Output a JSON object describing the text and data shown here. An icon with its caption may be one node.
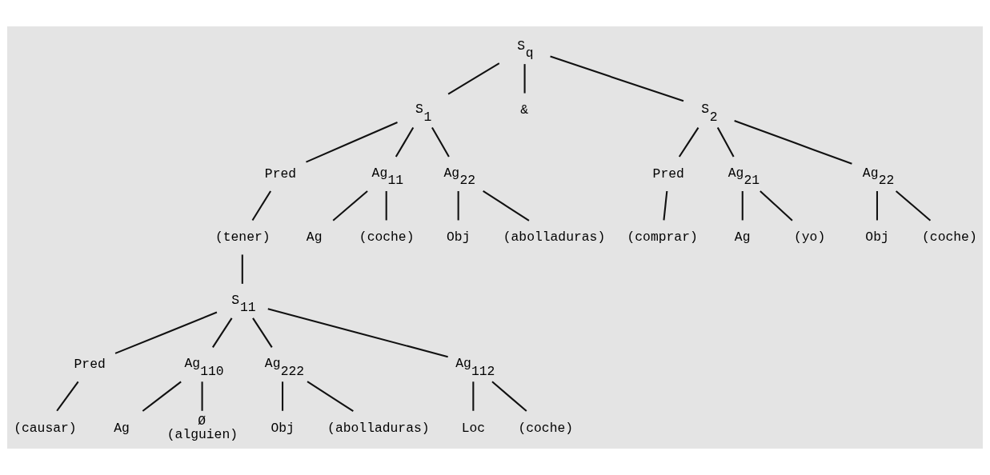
{
  "diagram": {
    "nodes": [
      {
        "text": [
          "S$_{q}$"
        ]
      },
      {
        "text": [
          "S$_{1}$"
        ]
      },
      {
        "text": [
          "&"
        ]
      },
      {
        "text": [
          "S$_{2}$"
        ]
      },
      {
        "text": [
          "Pred"
        ]
      },
      {
        "text": [
          "Ag$_{11}$"
        ]
      },
      {
        "text": [
          "Ag$_{22}$"
        ]
      },
      {
        "text": [
          "(tener)"
        ]
      },
      {
        "text": [
          "S$_{11}$"
        ]
      },
      {
        "text": [
          "Ag"
        ]
      },
      {
        "text": [
          "(coche)"
        ]
      },
      {
        "text": [
          "Obj"
        ]
      },
      {
        "text": [
          "(abolladuras)"
        ]
      },
      {
        "text": [
          "Pred"
        ]
      },
      {
        "text": [
          "Ag$_{21}$"
        ]
      },
      {
        "text": [
          "Ag$_{22}$"
        ]
      },
      {
        "text": [
          "(comprar)"
        ]
      },
      {
        "text": [
          "Ag"
        ]
      },
      {
        "text": [
          "(yo)"
        ]
      },
      {
        "text": [
          "Obj"
        ]
      },
      {
        "text": [
          "(coche)"
        ]
      },
      {
        "text": [
          "Pred"
        ]
      },
      {
        "text": [
          "Ag$_{110}$"
        ]
      },
      {
        "text": [
          "Ag$_{222}$"
        ]
      },
      {
        "text": [
          "Ag$_{112}$"
        ]
      },
      {
        "text": [
          "(causar)"
        ]
      },
      {
        "text": [
          "Ag"
        ]
      },
      {
        "text": [
          "Ø",
          "(alguien)"
        ]
      },
      {
        "text": [
          "Obj"
        ]
      },
      {
        "text": [
          "(abolladuras)"
        ]
      },
      {
        "text": [
          "Loc"
        ]
      },
      {
        "text": [
          "(coche)"
        ]
      }
    ],
    "edges": [
      {
        "from": 0,
        "to": 1,
        "arrow": "none"
      },
      {
        "from": 0,
        "to": 2,
        "arrow": "none"
      },
      {
        "from": 0,
        "to": 3,
        "arrow": "none"
      },
      {
        "from": 1,
        "to": 4,
        "arrow": "none"
      },
      {
        "from": 1,
        "to": 5,
        "arrow": "none"
      },
      {
        "from": 1,
        "to": 6,
        "arrow": "none"
      },
      {
        "from": 4,
        "to": 7,
        "arrow": "none"
      },
      {
        "from": 7,
        "to": 8,
        "arrow": "none"
      },
      {
        "from": 5,
        "to": 9,
        "arrow": "none"
      },
      {
        "from": 5,
        "to": 10,
        "arrow": "none"
      },
      {
        "from": 6,
        "to": 11,
        "arrow": "none"
      },
      {
        "from": 6,
        "to": 12,
        "arrow": "none"
      },
      {
        "from": 3,
        "to": 13,
        "arrow": "none"
      },
      {
        "from": 3,
        "to": 14,
        "arrow": "none"
      },
      {
        "from": 3,
        "to": 15,
        "arrow": "none"
      },
      {
        "from": 13,
        "to": 16,
        "arrow": "none"
      },
      {
        "from": 14,
        "to": 17,
        "arrow": "none"
      },
      {
        "from": 14,
        "to": 18,
        "arrow": "none"
      },
      {
        "from": 15,
        "to": 19,
        "arrow": "none"
      },
      {
        "from": 15,
        "to": 20,
        "arrow": "none"
      },
      {
        "from": 8,
        "to": 21,
        "arrow": "none"
      },
      {
        "from": 8,
        "to": 22,
        "arrow": "none"
      },
      {
        "from": 8,
        "to": 23,
        "arrow": "none"
      },
      {
        "from": 8,
        "to": 24,
        "arrow": "none"
      },
      {
        "from": 21,
        "to": 25,
        "arrow": "none"
      },
      {
        "from": 22,
        "to": 26,
        "arrow": "none"
      },
      {
        "from": 22,
        "to": 27,
        "arrow": "none"
      },
      {
        "from": 23,
        "to": 28,
        "arrow": "none"
      },
      {
        "from": 23,
        "to": 29,
        "arrow": "none"
      },
      {
        "from": 24,
        "to": 30,
        "arrow": "none"
      },
      {
        "from": 24,
        "to": 31,
        "arrow": "none"
      }
    ]
  }
}
